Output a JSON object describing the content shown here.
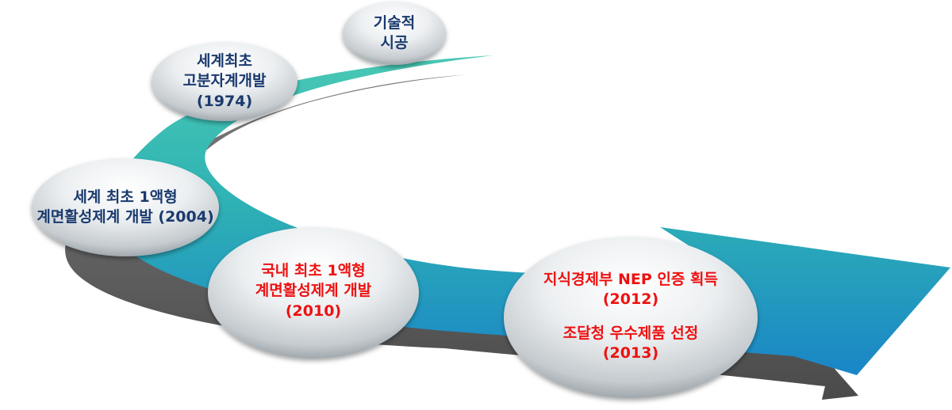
{
  "colors": {
    "navy_text": "#1a3a6e",
    "red_text": "#ee1111",
    "ribbon_teal": "#3fc0b4",
    "ribbon_blue": "#1f8fc8",
    "ribbon_shadow": "#5c5c5c",
    "bubble_light": "#ffffff",
    "bubble_dark": "#8e979d"
  },
  "milestones": [
    {
      "lines": [
        "기술적",
        "시공"
      ]
    },
    {
      "lines": [
        "세계최초",
        "고분자계개발",
        "(1974)"
      ]
    },
    {
      "lines": [
        "세계 최초 1액형",
        "계면활성제계 개발 (2004)"
      ]
    },
    {
      "lines": [
        "국내 최초 1액형",
        "계면활성제계 개발",
        "(2010)"
      ]
    },
    {
      "group1": [
        "지식경제부 NEP 인증 획득",
        "(2012)"
      ],
      "group2": [
        "조달청 우수제품 선정",
        "(2013)"
      ]
    }
  ]
}
